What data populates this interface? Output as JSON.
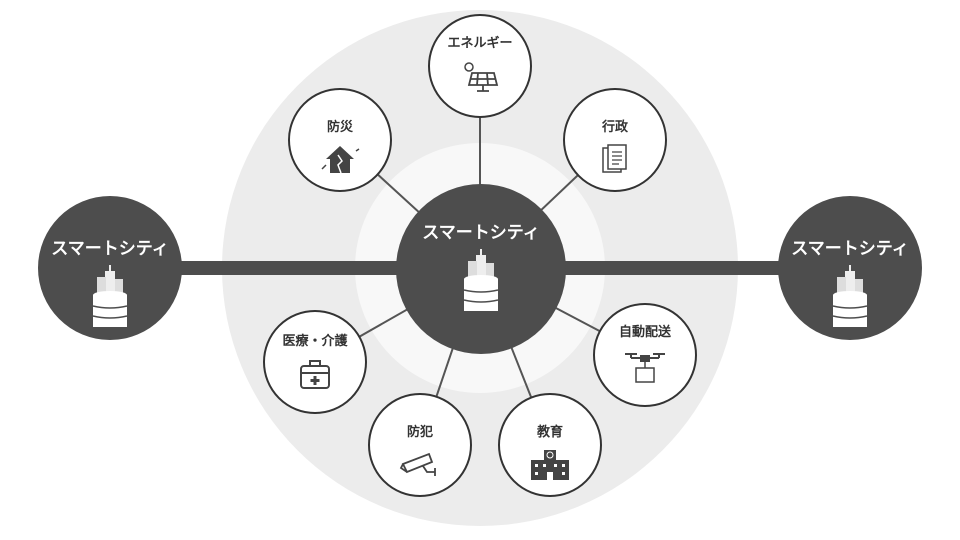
{
  "hubs": {
    "left": "スマートシティ",
    "center": "スマートシティ",
    "right": "スマートシティ"
  },
  "services": [
    {
      "label": "エネルギー",
      "icon": "solar-panel-icon"
    },
    {
      "label": "防災",
      "icon": "disaster-house-icon"
    },
    {
      "label": "行政",
      "icon": "document-icon"
    },
    {
      "label": "医療・介護",
      "icon": "medical-kit-icon"
    },
    {
      "label": "防犯",
      "icon": "security-camera-icon"
    },
    {
      "label": "教育",
      "icon": "school-icon"
    },
    {
      "label": "自動配送",
      "icon": "delivery-drone-icon"
    }
  ],
  "colors": {
    "hub": "#4d4d4d",
    "outer_ring": "#ececec",
    "line": "#333333"
  }
}
